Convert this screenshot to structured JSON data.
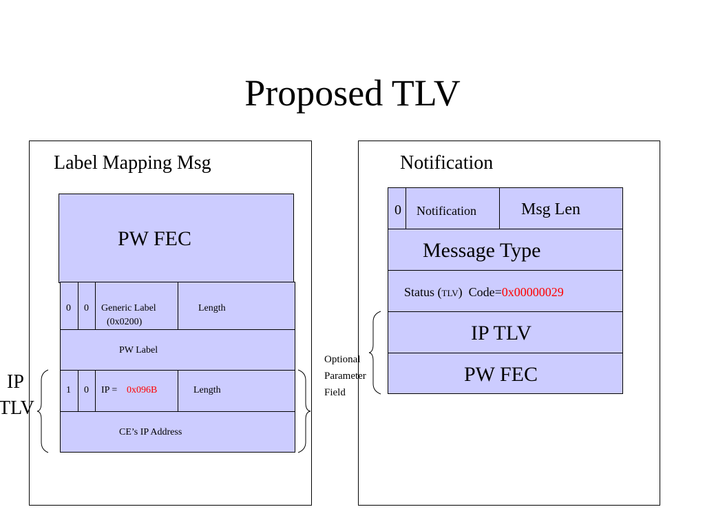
{
  "title": "Proposed TLV",
  "left_panel": {
    "heading": "Label Mapping Msg",
    "pw_fec": "PW FEC",
    "row1": {
      "u": "0",
      "f": "0",
      "type_line1": "Generic Label",
      "type_line2": "(0x0200)",
      "length": "Length"
    },
    "pw_label": "PW Label",
    "row3": {
      "u": "1",
      "f": "0",
      "ip_prefix": "IP =",
      "ip_code": "0x096B",
      "length": "Length"
    },
    "ce_address": "CE’s IP Address",
    "side_label_line1": "IP",
    "side_label_line2": "TLV"
  },
  "right_panel": {
    "heading": "Notification",
    "bit": "0",
    "notif_type": "Notification",
    "msg_len": "Msg Len",
    "message_type": "Message Type",
    "status_prefix": "Status (",
    "status_tlv": "TLV",
    "status_mid": ")  Code=",
    "status_code": "0x00000029",
    "ip_tlv": "IP TLV",
    "pw_fec": "PW FEC"
  },
  "optional_label": [
    "Optional",
    "Parameter",
    "Field"
  ],
  "colors": {
    "fill": "#ccccff",
    "accent_red": "#ff0000"
  }
}
